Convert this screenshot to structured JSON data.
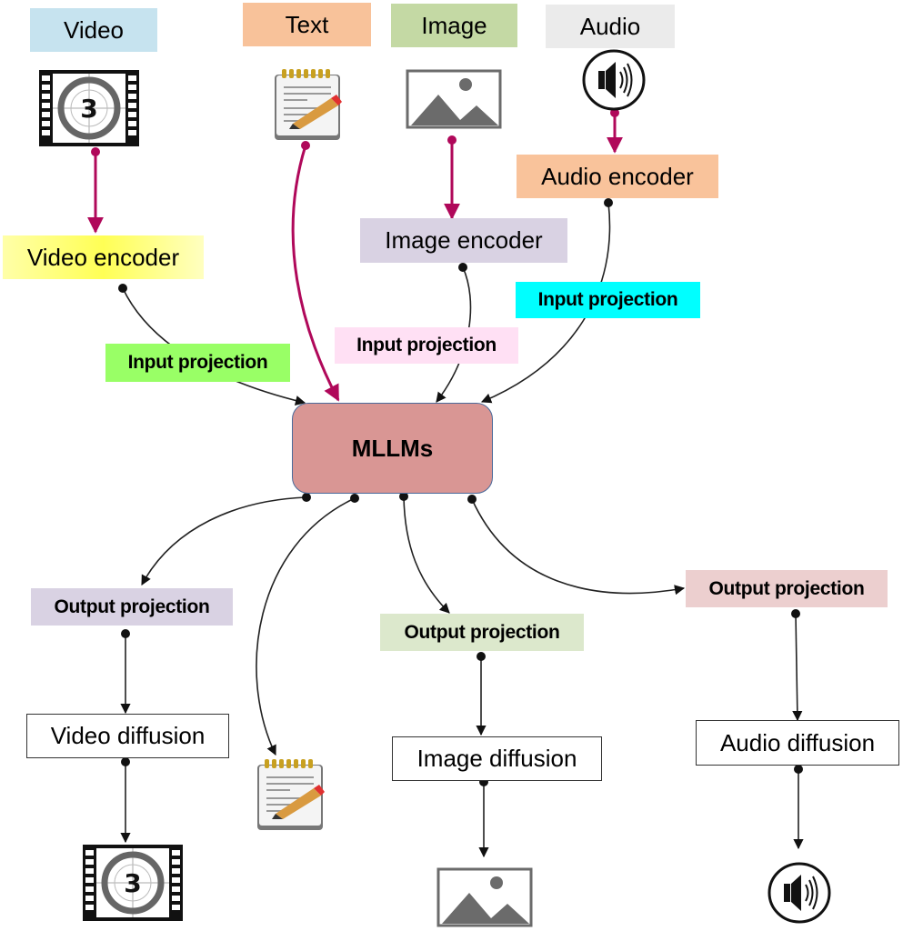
{
  "inputs": {
    "video": {
      "label": "Video",
      "color": "#c6e3ef"
    },
    "text": {
      "label": "Text",
      "color": "#f8c29a"
    },
    "image": {
      "label": "Image",
      "color": "#c4d9a4"
    },
    "audio": {
      "label": "Audio",
      "color": "#ebebeb"
    }
  },
  "encoders": {
    "video": {
      "label": "Video encoder",
      "color": "#ffff99"
    },
    "image": {
      "label": "Image encoder",
      "color": "#d9d2e3"
    },
    "audio": {
      "label": "Audio encoder",
      "color": "#f9c39b"
    }
  },
  "input_projections": {
    "video": {
      "label": "Input projection",
      "color": "#99ff66"
    },
    "image": {
      "label": "Input projection",
      "color": "#ffe0f4"
    },
    "audio": {
      "label": "Input projection",
      "color": "#00ffff"
    }
  },
  "core": {
    "label": "MLLMs",
    "color": "#d99694"
  },
  "output_projections": {
    "video": {
      "label": "Output projection",
      "color": "#d9d2e3"
    },
    "image": {
      "label": "Output projection",
      "color": "#dce8cc"
    },
    "audio": {
      "label": "Output projection",
      "color": "#eccfcf"
    }
  },
  "diffusions": {
    "video": {
      "label": "Video diffusion"
    },
    "image": {
      "label": "Image diffusion"
    },
    "audio": {
      "label": "Audio diffusion"
    }
  },
  "icons": {
    "video": "film-countdown-icon",
    "text": "notepad-pencil-icon",
    "image": "landscape-picture-icon",
    "audio": "speaker-icon"
  },
  "colors": {
    "raw_edge": "#b0085a",
    "edge": "#222222"
  }
}
